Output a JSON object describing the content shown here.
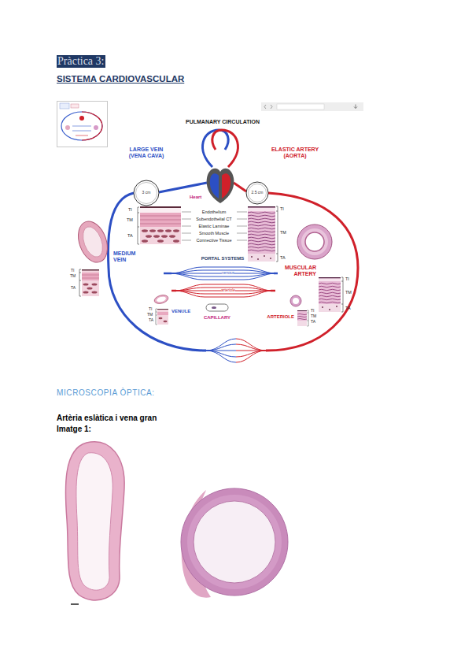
{
  "diagram": {
    "title": "SISTEMA CARDIOVASCULAR",
    "nodes": [
      {
        "text": [
          "LARGE VEIN (VENA CAVA)",
          "3 cm"
        ]
      },
      {
        "text": [
          "ELASTIC ARTERY (AORTA)",
          "2.5 cm"
        ]
      },
      {
        "text": [
          "Heart"
        ]
      },
      {
        "text": [
          "MEDIUM VEIN"
        ]
      },
      {
        "text": [
          "MUSCULAR ARTERY"
        ]
      },
      {
        "text": [
          "VENULE"
        ]
      },
      {
        "text": [
          "CAPILLARY"
        ]
      },
      {
        "text": [
          "ARTERIOLE"
        ]
      }
    ],
    "labels": [
      "Pràctica 3:",
      "PULMANARY CIRCULATION",
      "TI",
      "TM",
      "TA",
      "Endothelium",
      "Subendothelial CT",
      "Elastic Laminae",
      "Smooth Muscle",
      "Connective Tissue",
      "TI",
      "TM",
      "TA",
      "TI",
      "TM",
      "TA",
      "PORTAL SYSTEMS",
      "venous",
      "arteriole",
      "TI",
      "TM",
      "TA",
      "TI",
      "TM",
      "TA",
      "TI",
      "TM",
      "TA",
      "MICROSCOPIA ÒPTICA:",
      "Artèria eslàtica i vena gran",
      "Imatge 1:"
    ]
  }
}
